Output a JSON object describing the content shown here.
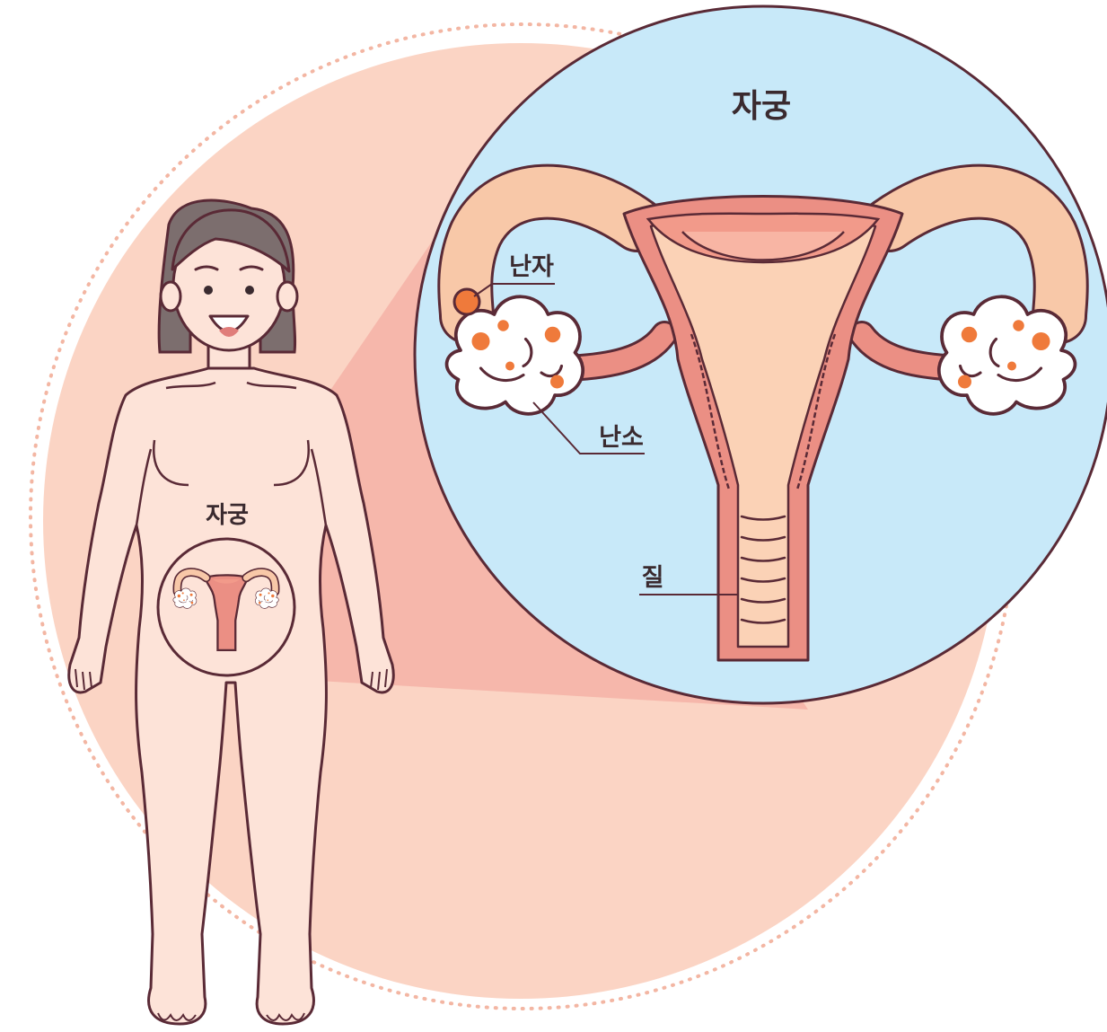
{
  "diagram": {
    "title": "자궁",
    "body_label": "자궁",
    "labels": {
      "egg": "난자",
      "ovary": "난소",
      "vagina": "질"
    }
  },
  "colors": {
    "background_disc": "#fbd4c4",
    "dotted_ring": "#f3b6a3",
    "zoom_beam": "#f4aea3",
    "inset_bg": "#c8e9f9",
    "outline": "#5a2a36",
    "skin": "#fde3d8",
    "hair": "#7c6e6e",
    "uterus_wall": "#eb8f84",
    "uterus_inner": "#fbd2b6",
    "endometrium": "#f29a8a",
    "ovary_white": "#ffffff",
    "follicle": "#ef7a3b"
  }
}
